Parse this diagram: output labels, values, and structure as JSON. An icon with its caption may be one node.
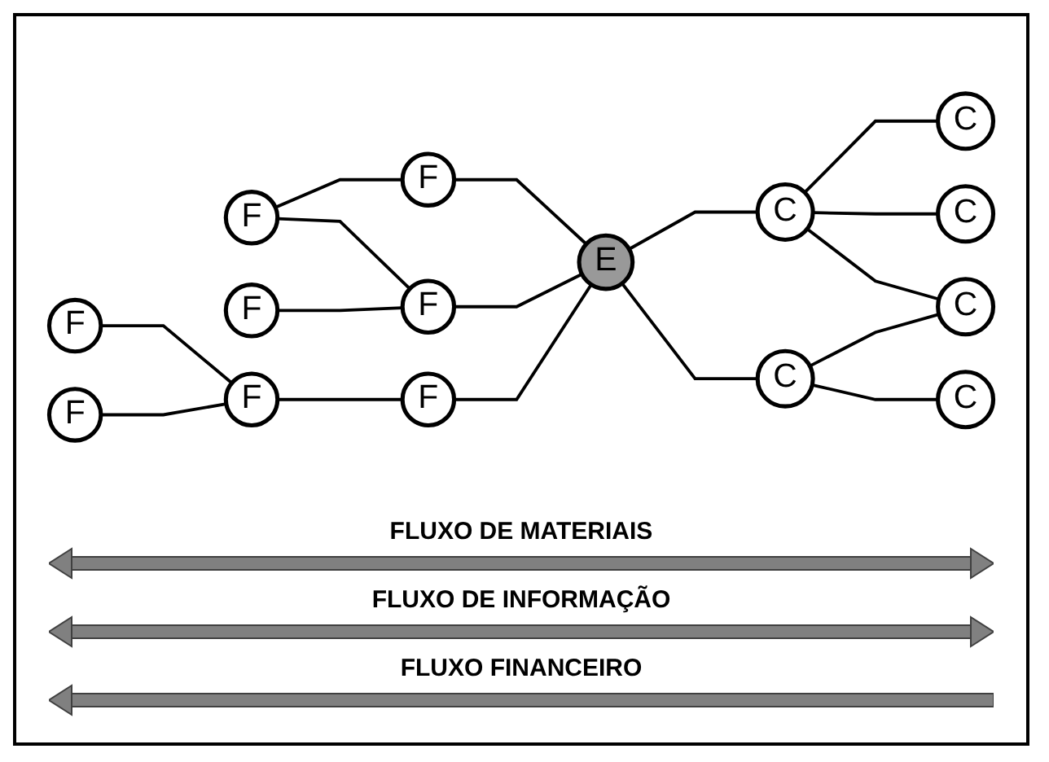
{
  "diagram": {
    "nodes": [
      {
        "text": [
          "F"
        ]
      },
      {
        "text": [
          "F"
        ]
      },
      {
        "text": [
          "F"
        ]
      },
      {
        "text": [
          "F"
        ]
      },
      {
        "text": [
          "F"
        ]
      },
      {
        "text": [
          "F"
        ]
      },
      {
        "text": [
          "F"
        ]
      },
      {
        "text": [
          "F"
        ]
      },
      {
        "text": [
          "E"
        ]
      },
      {
        "text": [
          "C"
        ]
      },
      {
        "text": [
          "C"
        ]
      },
      {
        "text": [
          "C"
        ]
      },
      {
        "text": [
          "C"
        ]
      },
      {
        "text": [
          "C"
        ]
      },
      {
        "text": [
          "C"
        ]
      }
    ],
    "edges": [
      {
        "from": 0,
        "to": 4,
        "arrow": "none"
      },
      {
        "from": 1,
        "to": 4,
        "arrow": "none"
      },
      {
        "from": 4,
        "to": 7,
        "arrow": "none"
      },
      {
        "from": 2,
        "to": 5,
        "arrow": "none"
      },
      {
        "from": 2,
        "to": 6,
        "arrow": "none"
      },
      {
        "from": 3,
        "to": 6,
        "arrow": "none"
      },
      {
        "from": 5,
        "to": 8,
        "arrow": "none"
      },
      {
        "from": 6,
        "to": 8,
        "arrow": "none"
      },
      {
        "from": 7,
        "to": 8,
        "arrow": "none"
      },
      {
        "from": 8,
        "to": 9,
        "arrow": "none"
      },
      {
        "from": 8,
        "to": 10,
        "arrow": "none"
      },
      {
        "from": 9,
        "to": 11,
        "arrow": "none"
      },
      {
        "from": 9,
        "to": 12,
        "arrow": "none"
      },
      {
        "from": 9,
        "to": 13,
        "arrow": "none"
      },
      {
        "from": 10,
        "to": 13,
        "arrow": "none"
      },
      {
        "from": 10,
        "to": 14,
        "arrow": "none"
      }
    ],
    "labels": [
      "FLUXO DE MATERIAIS",
      "FLUXO DE INFORMAÇÃO",
      "FLUXO FINANCEIRO"
    ]
  }
}
